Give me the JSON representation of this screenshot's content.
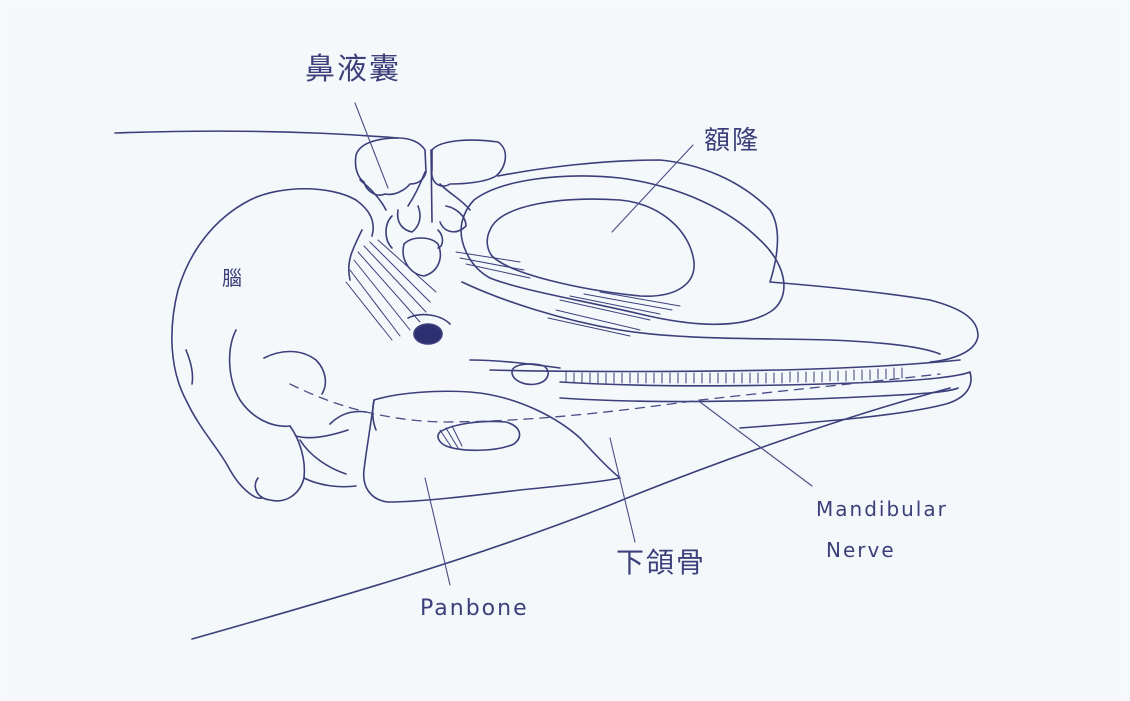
{
  "labels": {
    "nasal_sac": "鼻液囊",
    "melon": "額隆",
    "brain": "腦",
    "mandible": "下頜骨",
    "pan_bone": "Panbone",
    "mandibular_nerve_line1": "Mandibular",
    "mandibular_nerve_line2": "Nerve"
  },
  "colors": {
    "ink": "#3c3f7a",
    "paper": "#f4f8fb"
  }
}
